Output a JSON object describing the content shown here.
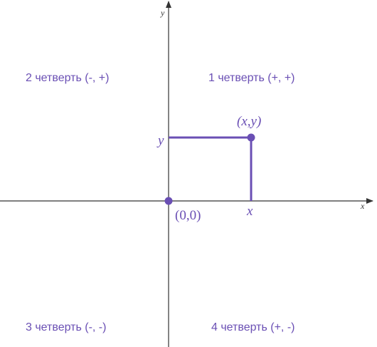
{
  "axes": {
    "x_label": "x",
    "y_label": "y"
  },
  "quadrants": {
    "q1": "1 четверть (+, +)",
    "q2": "2 четверть (-, +)",
    "q3": "3 четверть (-, -)",
    "q4": "4 четверть (+, -)"
  },
  "point": {
    "label": "(x,y)",
    "x_label": "x",
    "y_label": "y"
  },
  "origin": {
    "label": "(0,0)"
  },
  "colors": {
    "accent": "#6a4fb4",
    "axis": "#333333"
  }
}
